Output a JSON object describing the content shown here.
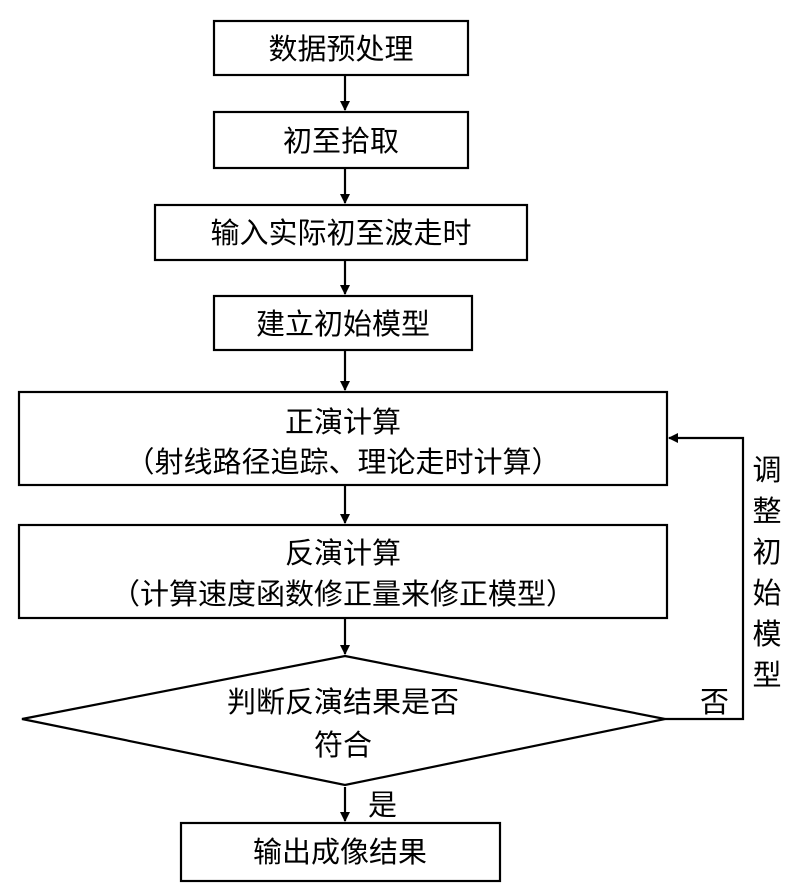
{
  "nodes": {
    "preprocess": "数据预处理",
    "first_break": "初至拾取",
    "input_times": "输入实际初至波走时",
    "init_model": "建立初始模型",
    "forward_title": "正演计算",
    "forward_detail": "（射线路径追踪、理论走时计算）",
    "inverse_title": "反演计算",
    "inverse_detail": "（计算速度函数修正量来修正模型）",
    "decision_line1": "判断反演结果是否",
    "decision_line2": "符合",
    "output": "输出成像结果"
  },
  "edges": {
    "yes_label": "是",
    "no_label": "否",
    "feedback_chars": [
      "调",
      "整",
      "初",
      "始",
      "模",
      "型"
    ]
  }
}
